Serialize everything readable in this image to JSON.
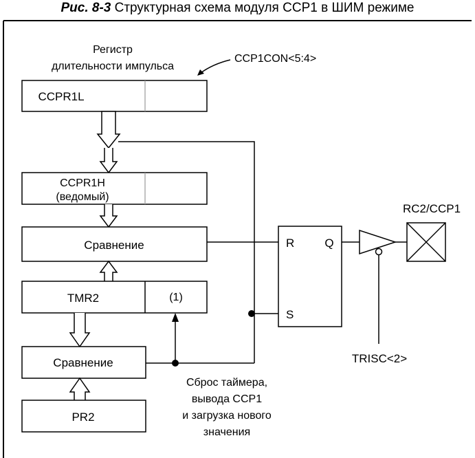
{
  "caption": {
    "number": "Рис. 8-3",
    "text": "Структурная схема модуля CCP1 в ШИМ режиме"
  },
  "labels": {
    "reg_title_line1": "Регистр",
    "reg_title_line2": "длительности импульса",
    "ccp1con": "CCP1CON<5:4>",
    "ccpr1l": "CCPR1L",
    "ccpr1h_line1": "CCPR1H",
    "ccpr1h_line2": "(ведомый)",
    "compare_top": "Сравнение",
    "tmr2": "TMR2",
    "tmr2_ext": "(1)",
    "compare_bottom": "Сравнение",
    "pr2": "PR2",
    "latch_r": "R",
    "latch_s": "S",
    "latch_q": "Q",
    "pin": "RC2/CCP1",
    "trisc": "TRISC<2>",
    "reset_line1": "Сброс таймера,",
    "reset_line2": "вывода CCP1",
    "reset_line3": "и загрузка нового",
    "reset_line4": "значения"
  }
}
